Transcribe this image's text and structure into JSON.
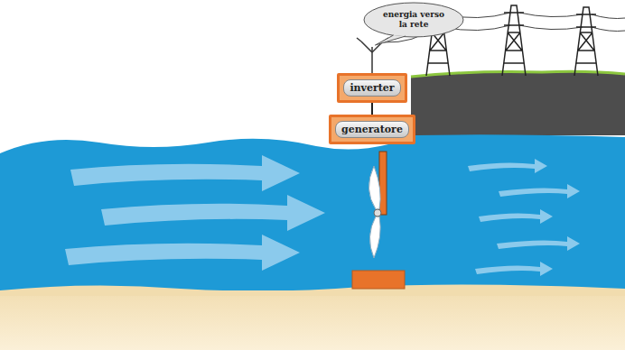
{
  "diagram": {
    "nodes": [
      {
        "text": [
          "energia verso la rete"
        ]
      },
      {
        "text": [
          "inverter"
        ]
      },
      {
        "text": [
          "generatore"
        ]
      }
    ],
    "edges": [
      {
        "from": 2,
        "to": 1,
        "arrow": "none"
      }
    ]
  }
}
